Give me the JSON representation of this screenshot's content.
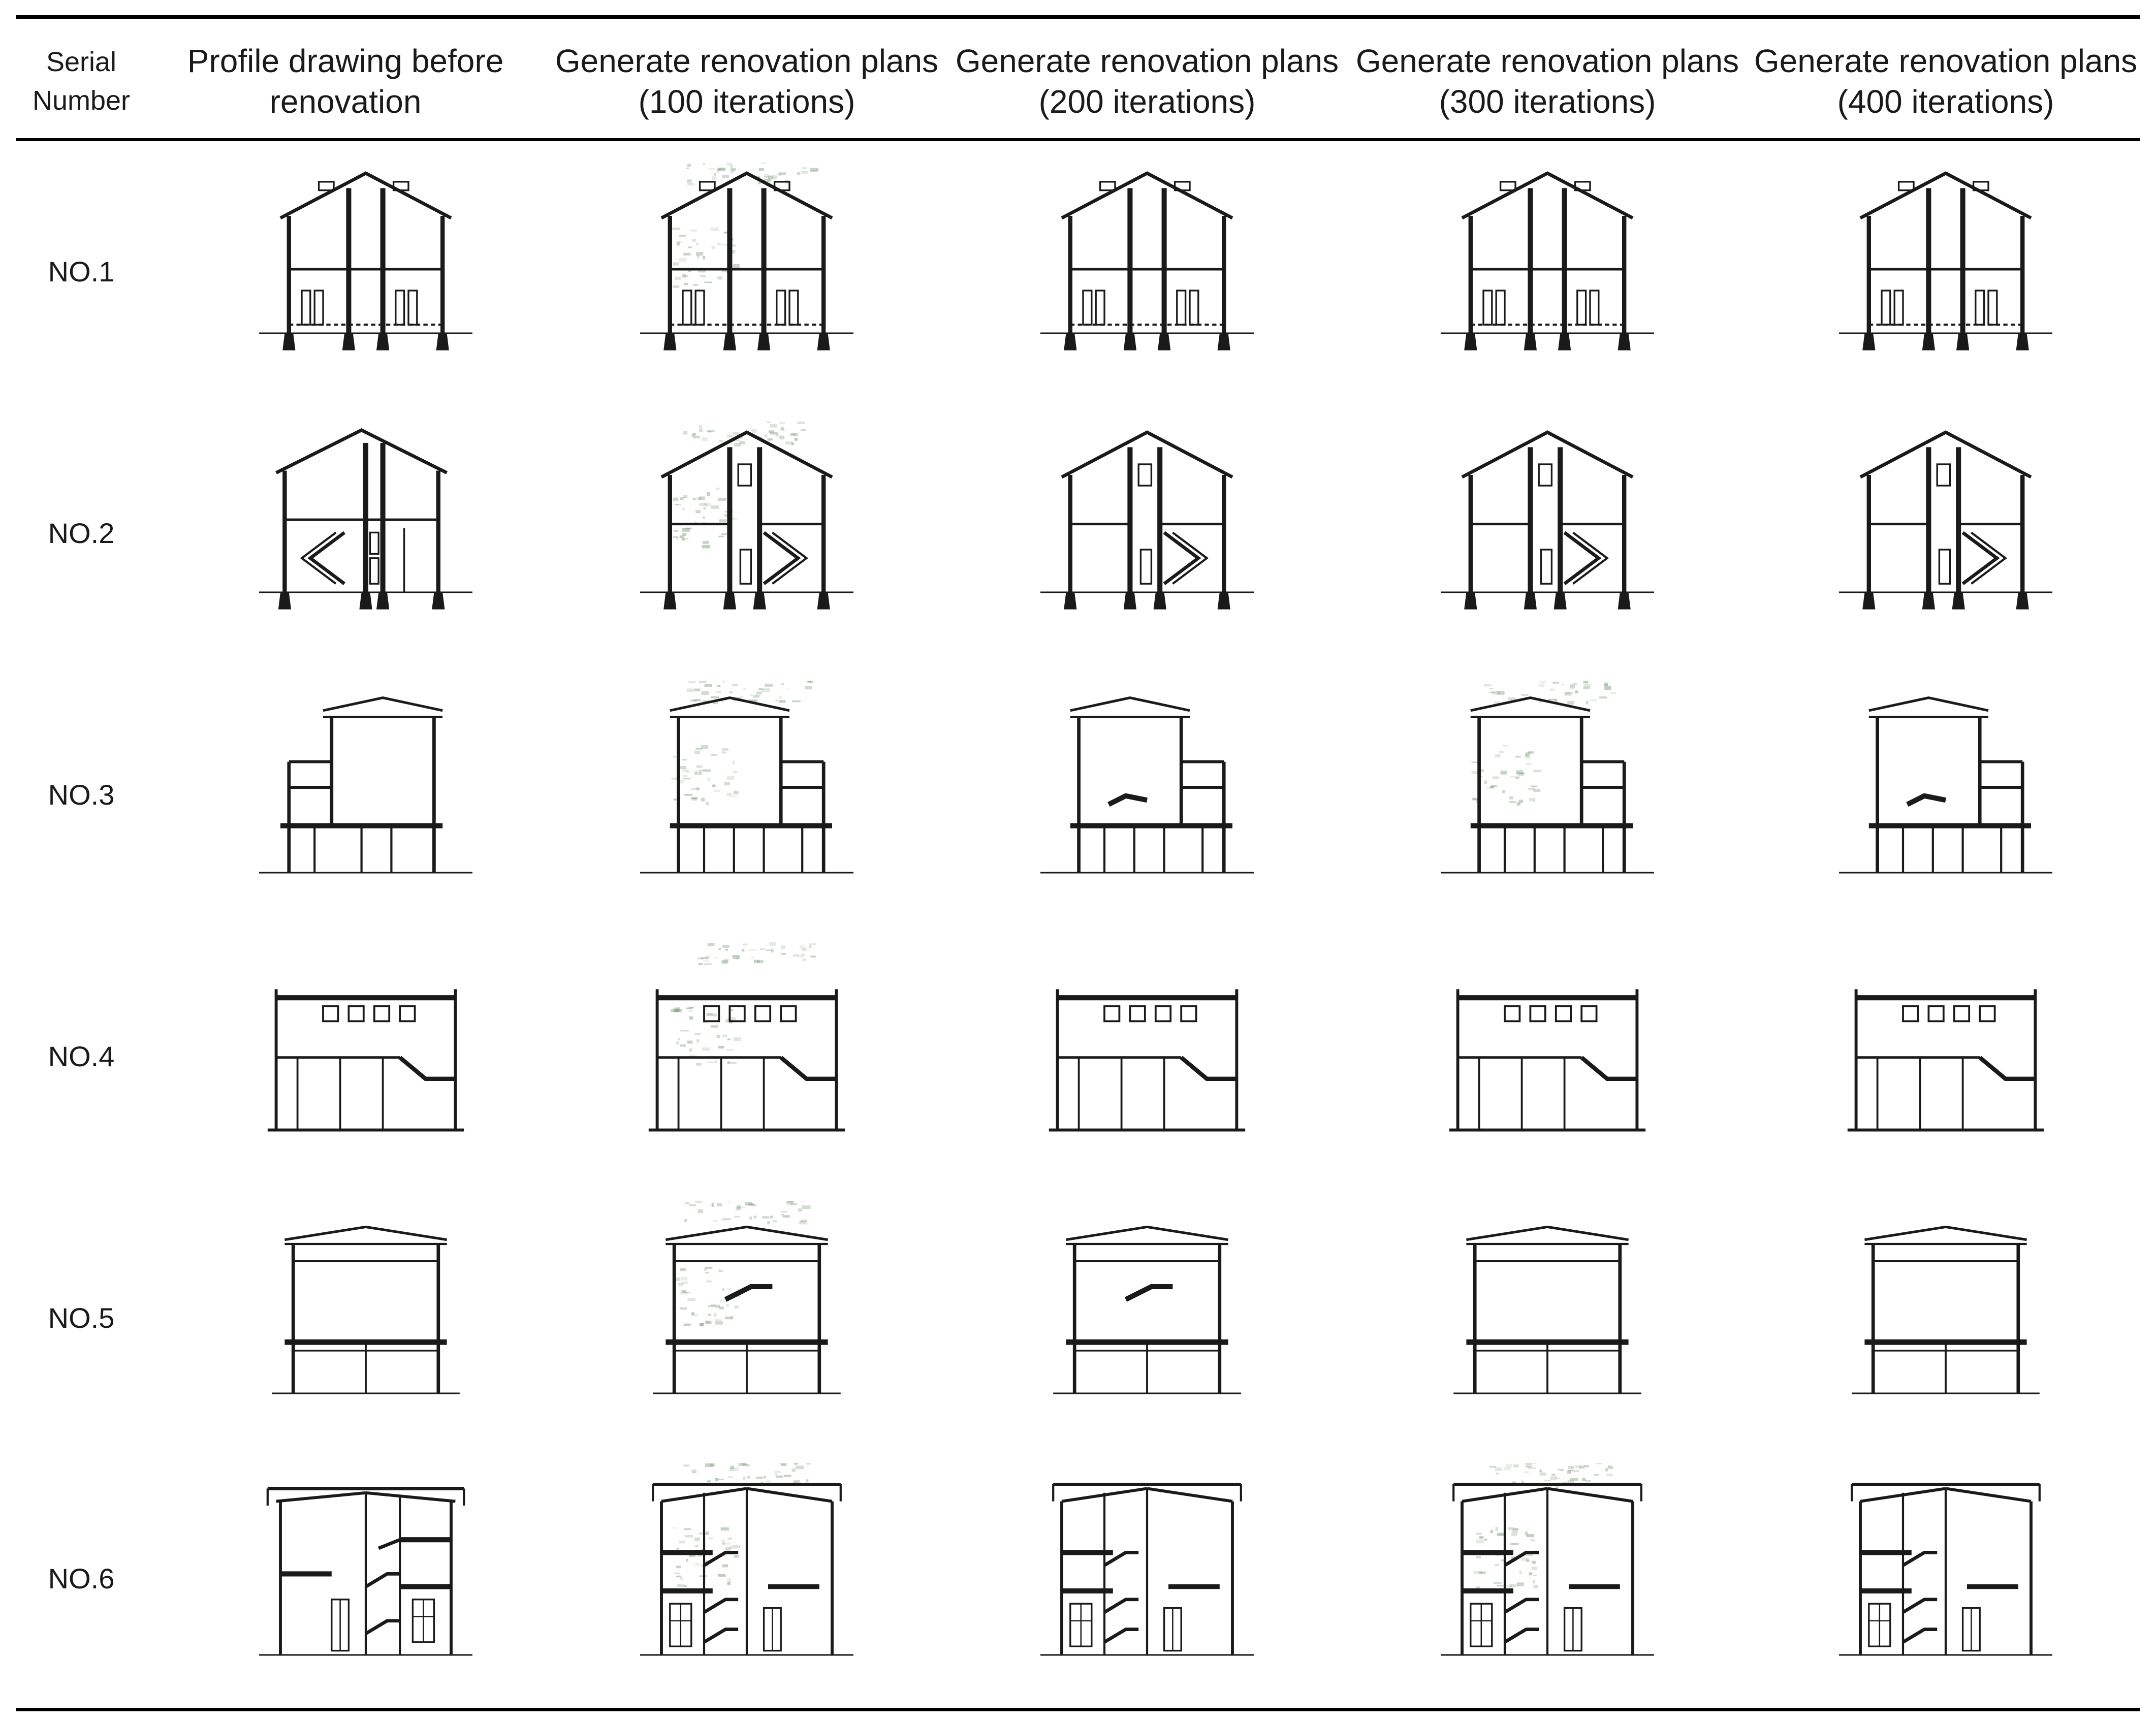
{
  "table": {
    "headers": {
      "serial": [
        "Serial",
        "Number"
      ],
      "before": [
        "Profile drawing before",
        "renovation"
      ],
      "it100": [
        "Generate renovation plans",
        "(100 iterations)"
      ],
      "it200": [
        "Generate renovation plans",
        "(200 iterations)"
      ],
      "it300": [
        "Generate renovation plans",
        "(300 iterations)"
      ],
      "it400": [
        "Generate renovation plans",
        "(400 iterations)"
      ]
    },
    "rows": [
      {
        "label": "NO.1"
      },
      {
        "label": "NO.2"
      },
      {
        "label": "NO.3"
      },
      {
        "label": "NO.4"
      },
      {
        "label": "NO.5"
      },
      {
        "label": "NO.6"
      }
    ]
  },
  "colors": {
    "line": "#1a1a1a",
    "noise": "#7a9a7a"
  }
}
